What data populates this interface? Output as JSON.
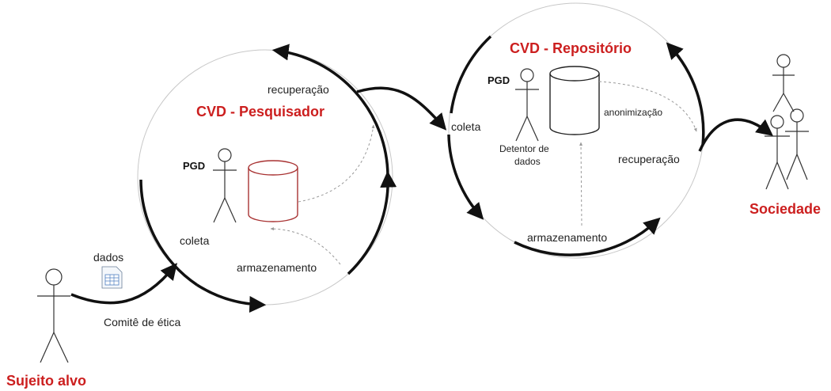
{
  "researcher_cycle": {
    "title": "CVD - Pesquisador",
    "pgd": "PGD",
    "steps": {
      "recuperacao": "recuperação",
      "coleta": "coleta",
      "armazenamento": "armazenamento"
    }
  },
  "repository_cycle": {
    "title": "CVD - Repositório",
    "pgd": "PGD",
    "holder_line1": "Detentor de",
    "holder_line2": "dados",
    "steps": {
      "coleta": "coleta",
      "anonimizacao": "anonimização",
      "recuperacao": "recuperação",
      "armazenamento": "armazenamento"
    }
  },
  "subject": {
    "label": "Sujeito alvo",
    "data_label": "dados",
    "ethics_label": "Comitê de ética"
  },
  "society": {
    "label": "Sociedade"
  },
  "colors": {
    "accent_red": "#cc1f1f",
    "db_red": "#a83232",
    "stroke": "#111111"
  }
}
